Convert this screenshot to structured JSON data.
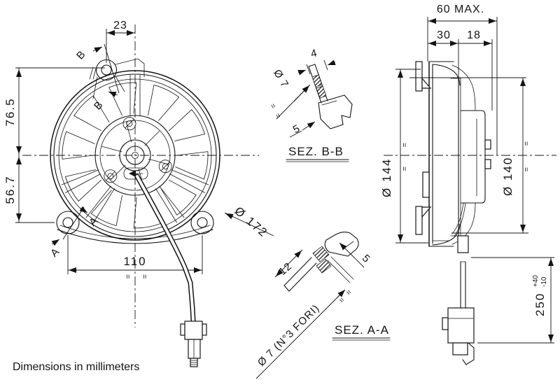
{
  "note": "Dimensions in millimeters",
  "symbols": {
    "eq": "="
  },
  "front_view": {
    "dim_top_offset": "23",
    "dim_upper_height": "76.5",
    "dim_lower_height": "56.7",
    "dim_hole_spacing": "110",
    "dim_outer_diameter": "Ø 172",
    "section_b": "B",
    "section_a": "A"
  },
  "section_bb": {
    "title": "SEZ. B-B",
    "dim_thickness": "4",
    "dim_hole": "Ø 7",
    "dim_depth": "5"
  },
  "section_aa": {
    "title": "SEZ. A-A",
    "dim_length": "12",
    "dim_depth": "5",
    "dim_holes": "Ø 7 (N°3 FORI)"
  },
  "side_view": {
    "dim_total_depth": "60 MAX.",
    "dim_front_depth": "30",
    "dim_rear_depth": "18",
    "dim_shroud_diameter": "Ø 144",
    "dim_body_diameter": "Ø 140",
    "dim_cable_length": "250",
    "dim_cable_tol_plus": "+40",
    "dim_cable_tol_minus": "-10"
  }
}
